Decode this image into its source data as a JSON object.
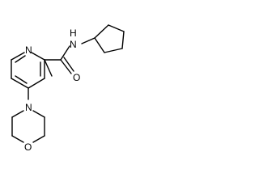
{
  "atoms": {
    "amide_nitrogen": "N",
    "amide_hydrogen": "H",
    "carbonyl_oxygen": "O",
    "pyridine_nitrogen": "N",
    "morpholine_nitrogen": "N",
    "morpholine_oxygen": "O"
  },
  "colors": {
    "bond": "#000000",
    "text": "#000000",
    "background": "#ffffff"
  }
}
